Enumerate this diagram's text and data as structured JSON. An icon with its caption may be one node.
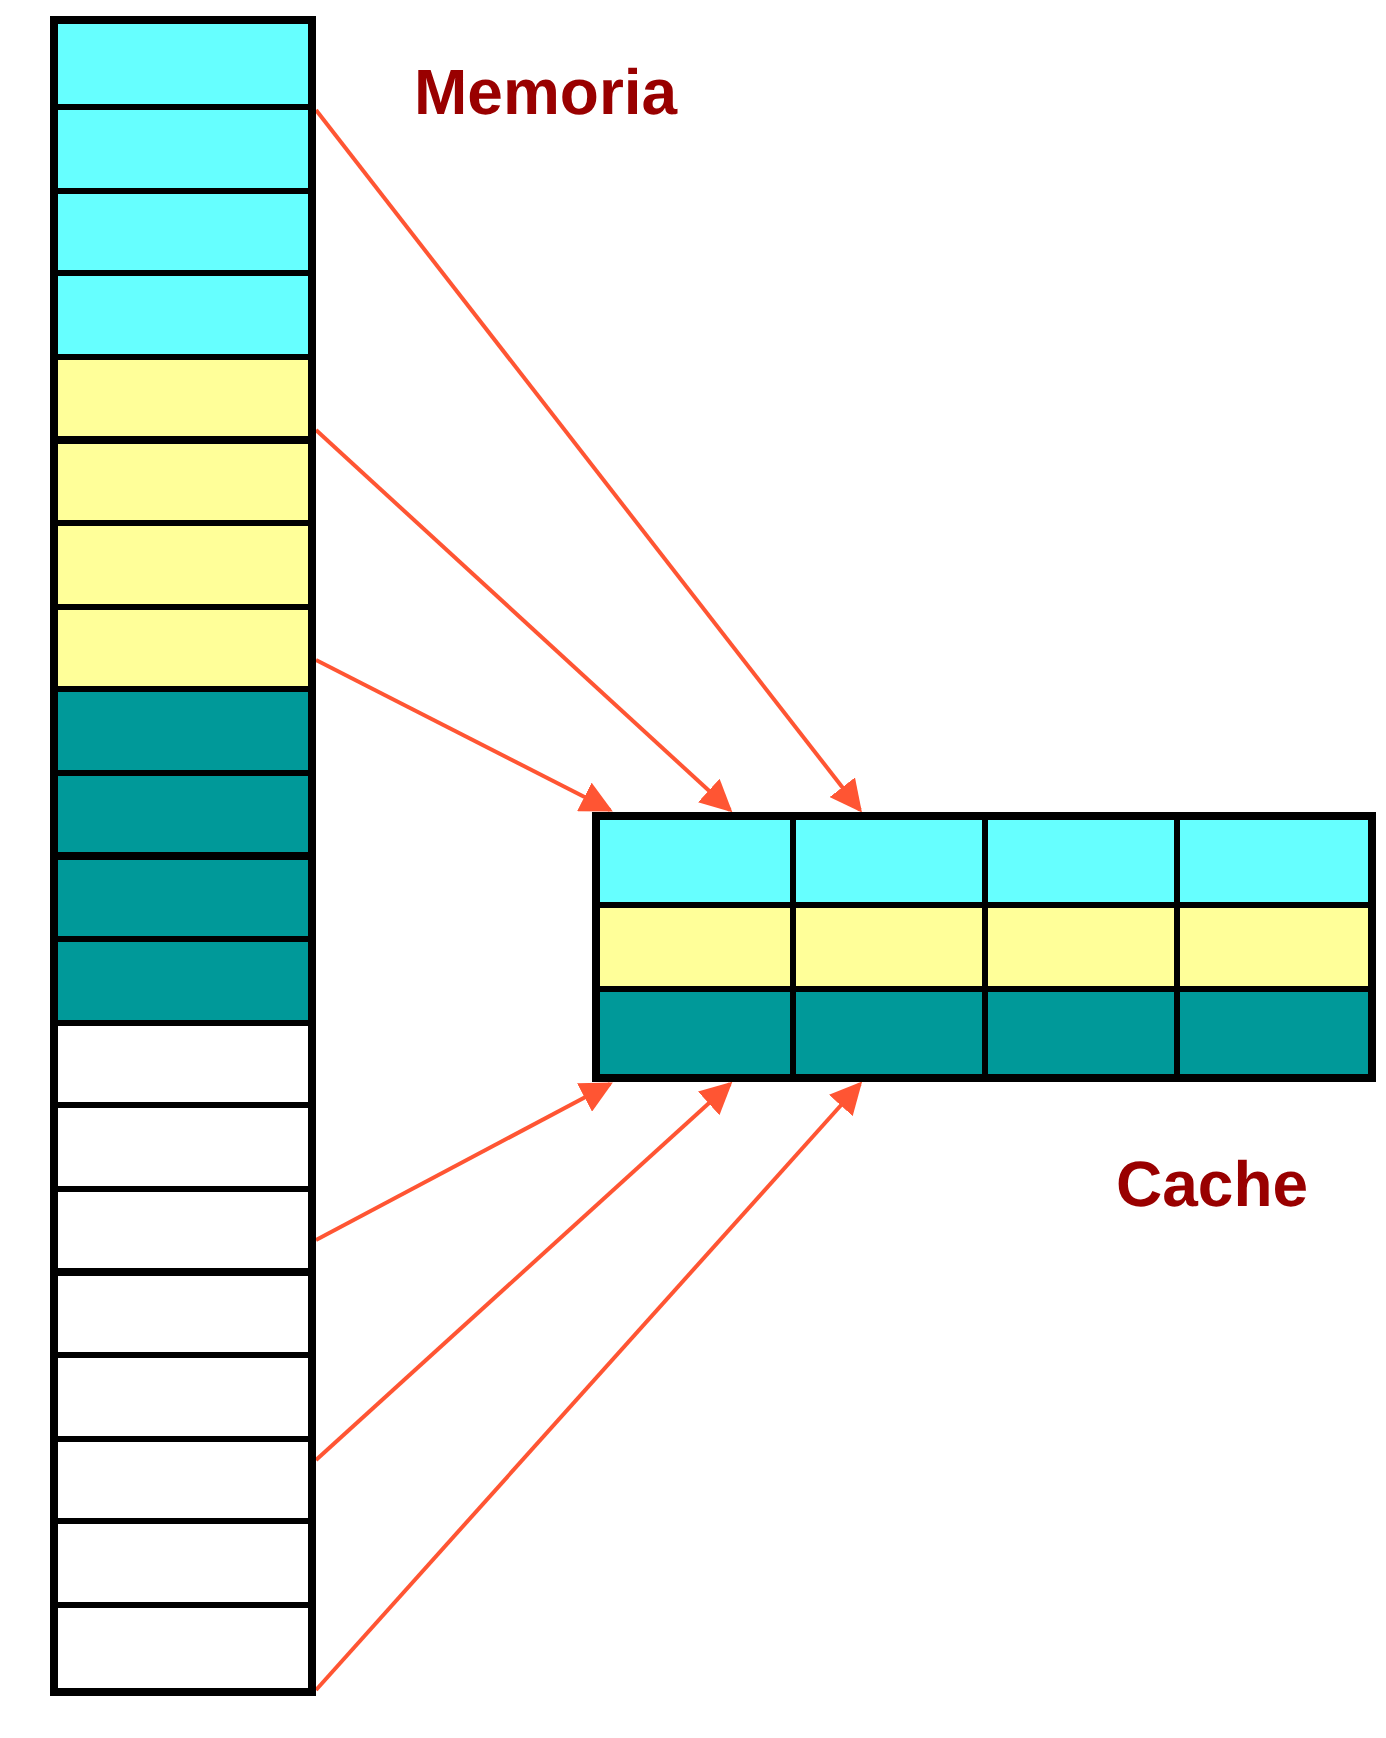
{
  "diagram": {
    "nodes": [
      {
        "text": [
          "Memoria"
        ]
      },
      {
        "text": [],
        "shape": "box",
        "in": 0
      },
      {
        "text": [],
        "shape": "box",
        "in": 0
      },
      {
        "text": [],
        "shape": "box",
        "in": 0
      },
      {
        "text": [],
        "shape": "box",
        "in": 0
      },
      {
        "text": [],
        "shape": "box",
        "in": 0
      },
      {
        "text": [],
        "shape": "box",
        "in": 0
      },
      {
        "text": [],
        "shape": "box",
        "in": 0
      },
      {
        "text": [],
        "shape": "box",
        "in": 0
      },
      {
        "text": [],
        "shape": "box",
        "in": 0
      },
      {
        "text": [],
        "shape": "box",
        "in": 0
      },
      {
        "text": [],
        "shape": "box",
        "in": 0
      },
      {
        "text": [],
        "shape": "box",
        "in": 0
      },
      {
        "text": [],
        "shape": "box",
        "in": 0
      },
      {
        "text": [],
        "shape": "box",
        "in": 0
      },
      {
        "text": [],
        "shape": "box",
        "in": 0
      },
      {
        "text": [],
        "shape": "box",
        "in": 0
      },
      {
        "text": [],
        "shape": "box",
        "in": 0
      },
      {
        "text": [],
        "shape": "box",
        "in": 0
      },
      {
        "text": [],
        "shape": "box",
        "in": 0
      },
      {
        "text": [],
        "shape": "box",
        "in": 0
      },
      {
        "text": [
          "Cache"
        ]
      },
      {
        "text": [],
        "shape": "box",
        "in": 21
      },
      {
        "text": [],
        "shape": "box",
        "in": 21
      },
      {
        "text": [],
        "shape": "box",
        "in": 21
      },
      {
        "text": [],
        "shape": "box",
        "in": 21
      },
      {
        "text": [],
        "shape": "box",
        "in": 21
      },
      {
        "text": [],
        "shape": "box",
        "in": 21
      },
      {
        "text": [],
        "shape": "box",
        "in": 21
      },
      {
        "text": [],
        "shape": "box",
        "in": 21
      },
      {
        "text": [],
        "shape": "box",
        "in": 21
      },
      {
        "text": [],
        "shape": "box",
        "in": 21
      },
      {
        "text": [],
        "shape": "box",
        "in": 21
      },
      {
        "text": [],
        "shape": "box",
        "in": 21
      }
    ],
    "edges": [
      {
        "from": 0,
        "to": 21,
        "arrow": "to"
      },
      {
        "from": 0,
        "to": 21,
        "arrow": "to"
      },
      {
        "from": 0,
        "to": 21,
        "arrow": "to"
      },
      {
        "from": 0,
        "to": 21,
        "arrow": "to"
      },
      {
        "from": 0,
        "to": 21,
        "arrow": "to"
      },
      {
        "from": 0,
        "to": 21,
        "arrow": "to"
      }
    ]
  }
}
